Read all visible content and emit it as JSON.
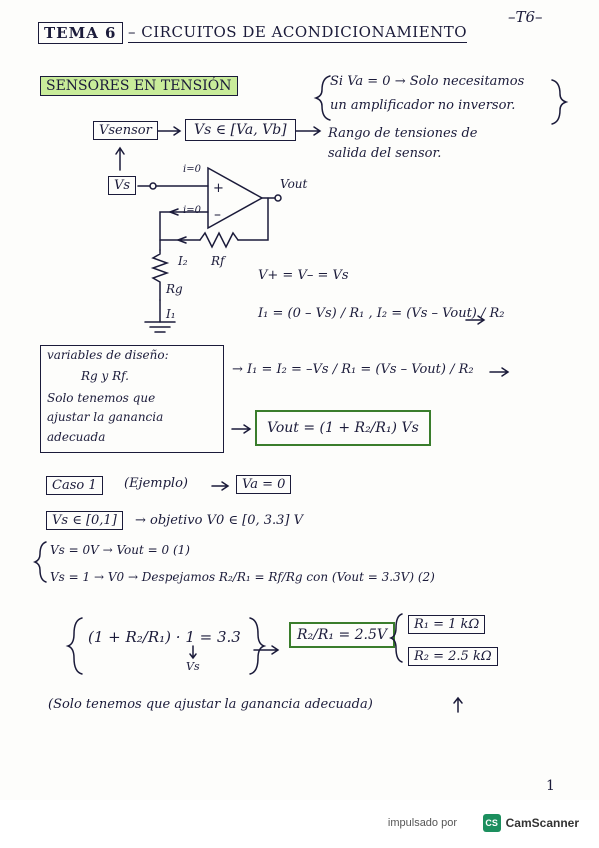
{
  "header": {
    "tema": "TEMA 6",
    "title": "– CIRCUITOS DE ACONDICIONAMIENTO",
    "tag": "–T6–"
  },
  "section": {
    "title": "SENSORES EN TENSIÓN",
    "note_line1": "Si Va = 0 → Solo necesitamos",
    "note_line2": "un amplificador no inversor."
  },
  "sensor_line": {
    "sensor": "Vsensor",
    "range": "Vs ∈ [Va, Vb]",
    "range_note1": "Rango de tensiones de",
    "range_note2": "salida del sensor."
  },
  "circuit": {
    "vs": "Vs",
    "i_plus": "i=0",
    "i_minus": "i=0",
    "vout": "Vout",
    "i2": "I₂",
    "rf": "Rf",
    "rg": "Rg",
    "i1": "I₁"
  },
  "equations": {
    "eq_vplus": "V+ = V– = Vs",
    "eq_i1": "I₁ = (0 – Vs) / R₁ ,   I₂ = (Vs – Vout) / R₂",
    "eq_equal": "→ I₁ = I₂ = –Vs / R₁ = (Vs – Vout) / R₂",
    "eq_vout": "Vout = (1 + R₂/R₁) Vs"
  },
  "design_vars": {
    "line1": "variables de diseño:",
    "line2": "Rg y Rf.",
    "line3": "Solo tenemos que",
    "line4": "ajustar la ganancia",
    "line5": "adecuada"
  },
  "caso1": {
    "label": "Caso 1",
    "example": "(Ejemplo)",
    "va_zero": "Va = 0",
    "vs_range": "Vs ∈ [0,1]",
    "objective": "→ objetivo V0 ∈ [0, 3.3] V",
    "case_a": "Vs = 0V → Vout = 0  (1)",
    "case_b": "Vs = 1 → V0 → Despejamos R₂/R₁ = Rf/Rg  con (Vout = 3.3V)  (2)",
    "gain_eq": "(1 + R₂/R₁) · 1 = 3.3",
    "vs_under": "Vs",
    "ratio": "R₂/R₁ = 2.5V",
    "r1": "R₁ = 1 kΩ",
    "r2": "R₂ = 2.5 kΩ",
    "conclusion": "(Solo tenemos que ajustar la ganancia adecuada)"
  },
  "page_number": "1",
  "footer": {
    "powered_by": "impulsado por",
    "brand": "CamScanner",
    "logo_text": "CS"
  }
}
